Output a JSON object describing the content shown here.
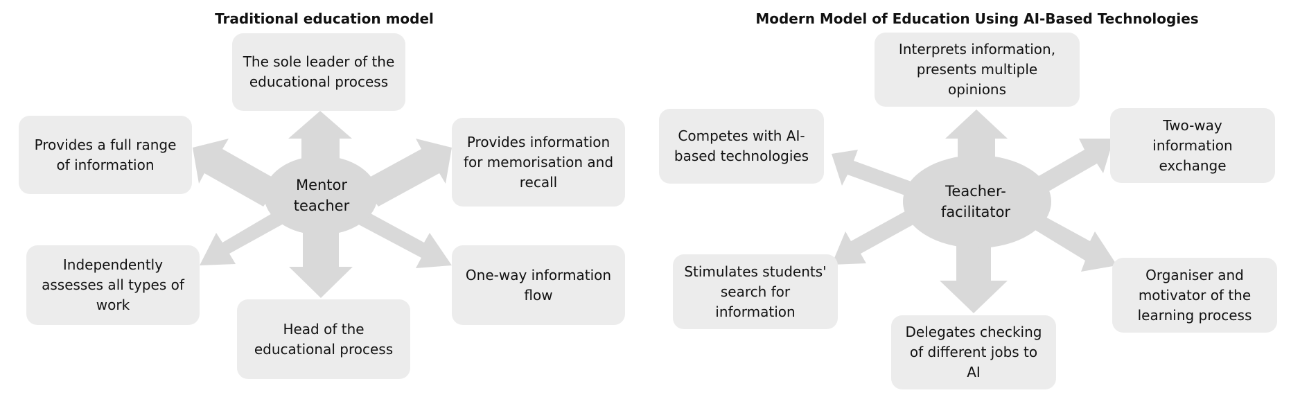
{
  "left": {
    "title": "Traditional education model",
    "center": "Mentor teacher",
    "top": "The sole leader of the educational process",
    "upper_left": "Provides a full range of information",
    "upper_right": "Provides information for memorisation and recall",
    "lower_left": "Independently assesses all types of work",
    "lower_right": "One-way information flow",
    "bottom": "Head of the educational process"
  },
  "right": {
    "title": "Modern Model of Education Using AI-Based Technologies",
    "center": "Teacher-facilitator",
    "top": "Interprets information, presents multiple opinions",
    "upper_left": "Competes with AI-based technologies",
    "upper_right": "Two-way information exchange",
    "lower_left": "Stimulates students' search for information",
    "lower_right": "Organiser and motivator of the learning process",
    "bottom": "Delegates checking of different jobs to AI"
  },
  "colors": {
    "arrow": "#d9d9d9",
    "box": "#ececec",
    "text": "#111111"
  }
}
